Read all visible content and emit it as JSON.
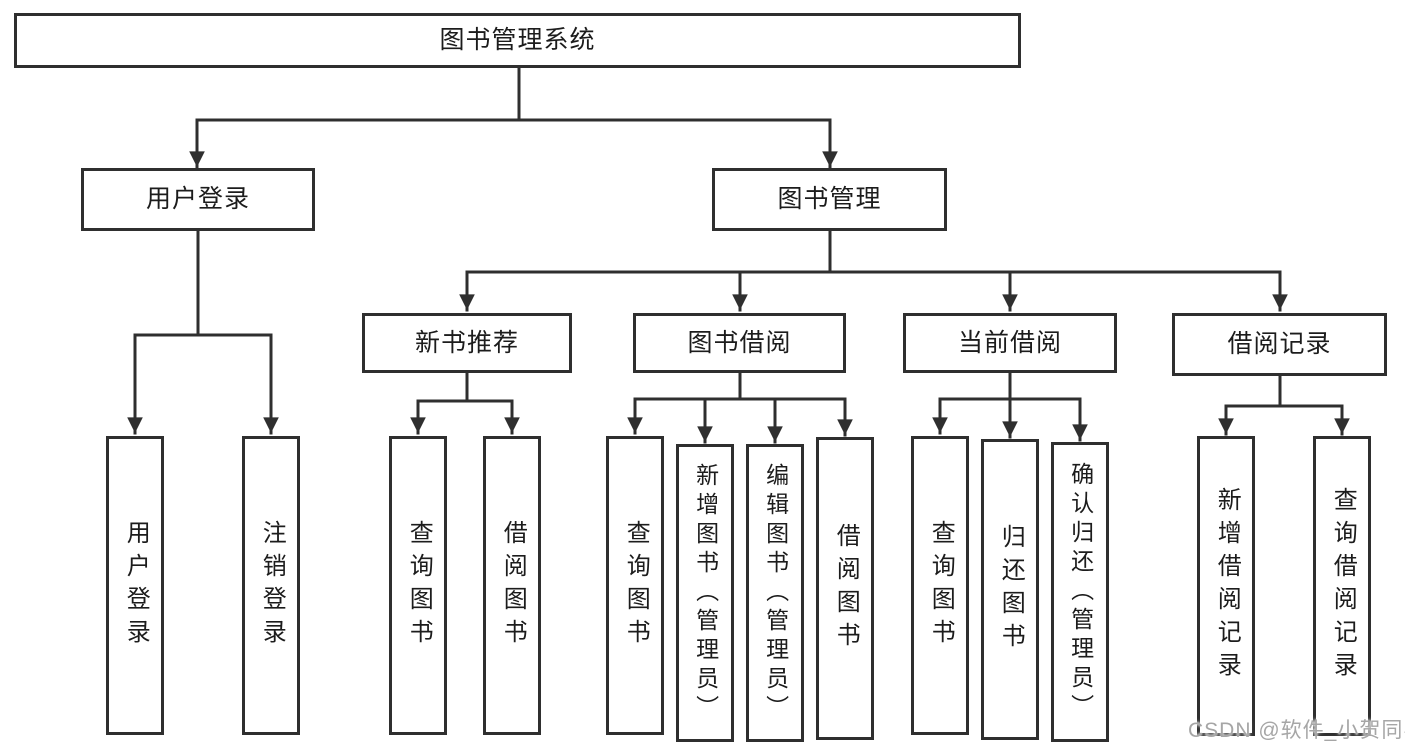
{
  "tree": {
    "root": "图书管理系统",
    "login": {
      "label": "用户登录",
      "leaves": [
        "用户登录",
        "注销登录"
      ]
    },
    "manage": {
      "label": "图书管理",
      "groups": [
        {
          "label": "新书推荐",
          "leaves": [
            "查询图书",
            "借阅图书"
          ]
        },
        {
          "label": "图书借阅",
          "leaves": [
            "查询图书",
            "新增图书（管理员）",
            "编辑图书（管理员）",
            "借阅图书"
          ]
        },
        {
          "label": "当前借阅",
          "leaves": [
            "查询图书",
            "归还图书",
            "确认归还（管理员）"
          ]
        },
        {
          "label": "借阅记录",
          "leaves": [
            "新增借阅记录",
            "查询借阅记录"
          ]
        }
      ]
    }
  },
  "watermark": {
    "text": "CSDN @软件_小贺同学"
  },
  "colors": {
    "line": "#2f2f2f",
    "box_border": "#2f2f2f",
    "box_bg": "#ffffff",
    "text": "#1c1c1c",
    "watermark": "#a6a6a6"
  }
}
